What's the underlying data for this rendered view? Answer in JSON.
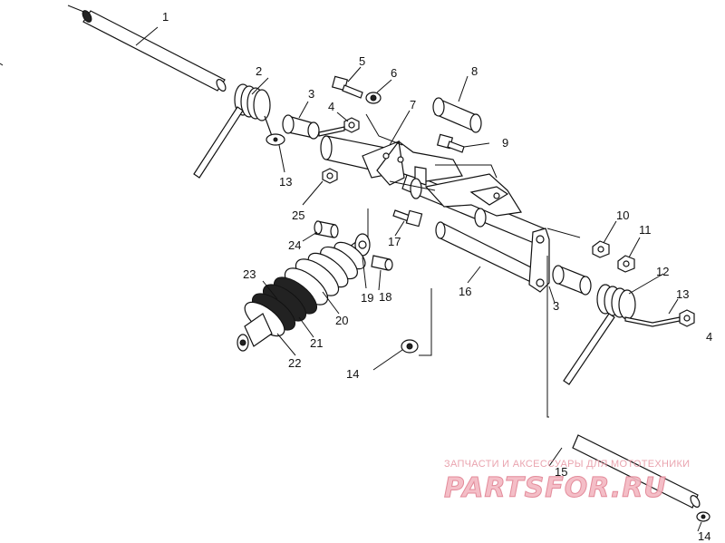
{
  "diagram": {
    "callouts": [
      {
        "id": "c1",
        "text": "1"
      },
      {
        "id": "c2",
        "text": "2"
      },
      {
        "id": "c3a",
        "text": "3"
      },
      {
        "id": "c4a",
        "text": "4"
      },
      {
        "id": "c5",
        "text": "5"
      },
      {
        "id": "c6",
        "text": "6"
      },
      {
        "id": "c7",
        "text": "7"
      },
      {
        "id": "c8",
        "text": "8"
      },
      {
        "id": "c9",
        "text": "9"
      },
      {
        "id": "c10",
        "text": "10"
      },
      {
        "id": "c11",
        "text": "11"
      },
      {
        "id": "c12",
        "text": "12"
      },
      {
        "id": "c13a",
        "text": "13"
      },
      {
        "id": "c13b",
        "text": "13"
      },
      {
        "id": "c14a",
        "text": "14"
      },
      {
        "id": "c14b",
        "text": "14"
      },
      {
        "id": "c15",
        "text": "15"
      },
      {
        "id": "c16",
        "text": "16"
      },
      {
        "id": "c17",
        "text": "17"
      },
      {
        "id": "c18",
        "text": "18"
      },
      {
        "id": "c19",
        "text": "19"
      },
      {
        "id": "c20",
        "text": "20"
      },
      {
        "id": "c21",
        "text": "21"
      },
      {
        "id": "c22",
        "text": "22"
      },
      {
        "id": "c23",
        "text": "23"
      },
      {
        "id": "c24",
        "text": "24"
      },
      {
        "id": "c25",
        "text": "25"
      },
      {
        "id": "c3b",
        "text": "3"
      },
      {
        "id": "c4b",
        "text": "4"
      }
    ]
  },
  "watermark": {
    "line1": "ЗАПЧАСТИ И АКСЕССУАРЫ ДЛЯ МОТОТЕХНИКИ",
    "line2": "PARTSFOR.RU",
    "color": "#e07f90"
  }
}
